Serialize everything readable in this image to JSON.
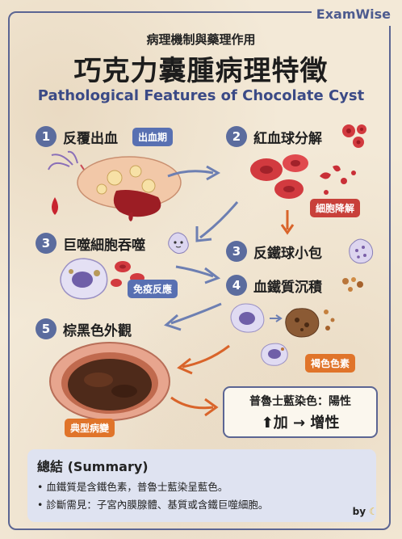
{
  "brand": "ExamWise",
  "header": {
    "subtitle": "病理機制與藥理作用",
    "title": "巧克力囊腫病理特徵",
    "english_title": "Pathological Features of Chocolate Cyst"
  },
  "steps": [
    {
      "number": "1",
      "label": "反覆出血",
      "tag": "出血期"
    },
    {
      "number": "2",
      "label": "紅血球分解",
      "tag": "細胞降解"
    },
    {
      "number": "3",
      "label": "巨噬細胞吞噬",
      "tag": "免疫反應"
    },
    {
      "number": "3",
      "label": "反鐵球小包"
    },
    {
      "number": "4",
      "label": "血鐵質沉積",
      "tag": "褐色色素"
    },
    {
      "number": "5",
      "label": "棕黑色外觀",
      "tag": "典型病變"
    }
  ],
  "prussian_blue": {
    "title": "普魯士藍染色：陽性",
    "result": "加 → 增性"
  },
  "summary": {
    "title": "總結 (Summary)",
    "items": [
      "• 血鐵質是含鐵色素，普魯士藍染呈藍色。",
      "• 診斷需見：子宮內膜腺體、基質或含鐵巨噬細胞。"
    ]
  },
  "byline": "by",
  "colors": {
    "accent_blue": "#5b6c9e",
    "tag_blue": "#5870b2",
    "tag_red": "#c8403a",
    "tag_orange": "#e0742a",
    "title_blue": "#3b4a86"
  }
}
